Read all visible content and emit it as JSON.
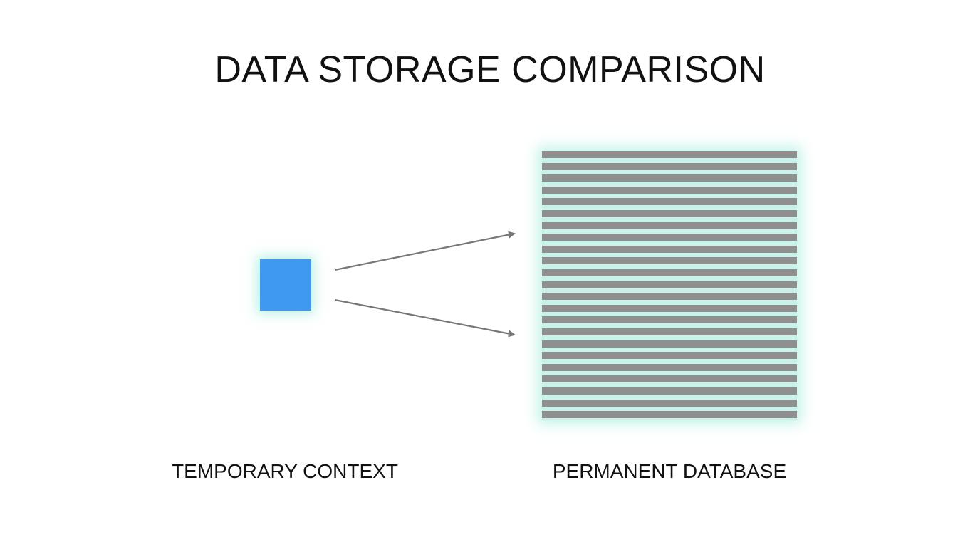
{
  "title": "DATA STORAGE COMPARISON",
  "left_label": "TEMPORARY CONTEXT",
  "right_label": "PERMANENT DATABASE",
  "colors": {
    "temporary_block": "#3f99ee",
    "database_stripes": "#8f8f8f",
    "glow": "#c9f3ea",
    "arrows": "#777777"
  },
  "icons": {
    "temporary_block": "square-block-icon",
    "database": "striped-database-icon",
    "connectors": "arrow-right-icon"
  }
}
